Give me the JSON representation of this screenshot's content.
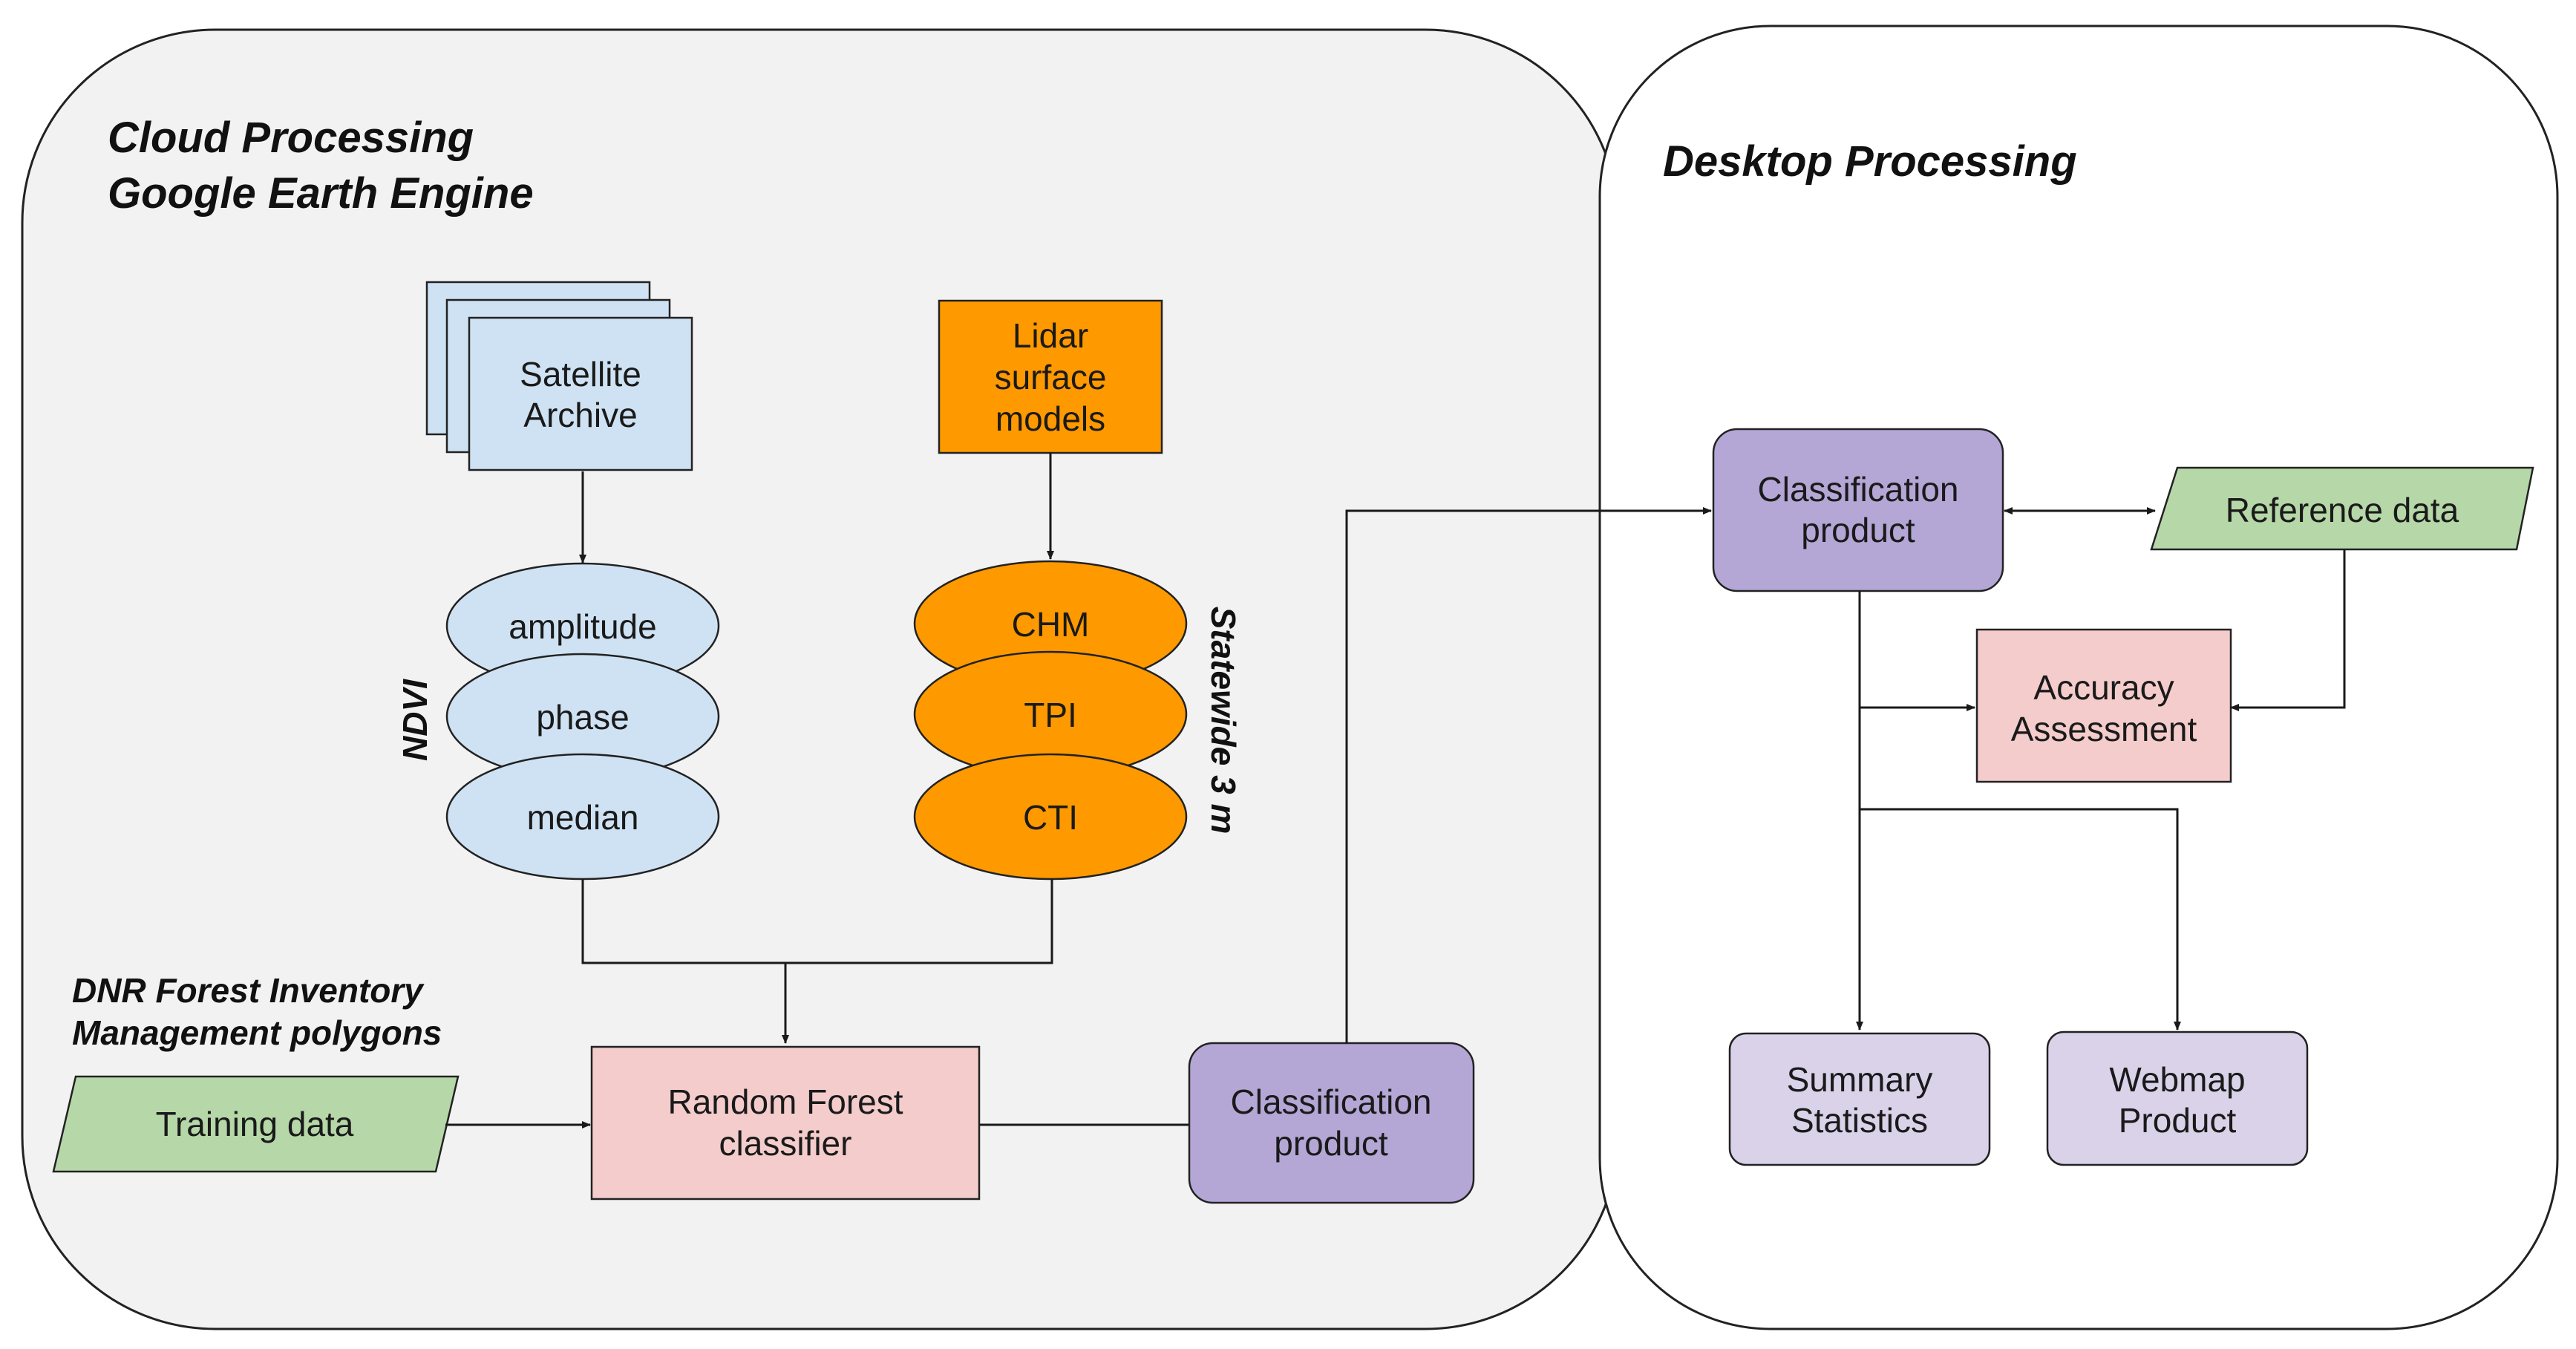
{
  "panels": {
    "cloud": {
      "title_line1": "Cloud Processing",
      "title_line2": "Google Earth Engine"
    },
    "desktop": {
      "title": "Desktop Processing"
    }
  },
  "cloud": {
    "satellite": {
      "line1": "Satellite",
      "line2": "Archive"
    },
    "lidar": {
      "line1": "Lidar",
      "line2": "surface",
      "line3": "models"
    },
    "ndvi": {
      "label": "NDVI",
      "items": [
        "amplitude",
        "phase",
        "median"
      ]
    },
    "lidar_layers": {
      "label": "Statewide 3 m",
      "items": [
        "CHM",
        "TPI",
        "CTI"
      ]
    },
    "inventory": {
      "line1": "DNR Forest Inventory",
      "line2": "Management polygons"
    },
    "training": "Training data",
    "classifier": {
      "line1": "Random Forest",
      "line2": "classifier"
    },
    "product": {
      "line1": "Classification",
      "line2": "product"
    }
  },
  "desktop": {
    "product": {
      "line1": "Classification",
      "line2": "product"
    },
    "reference": "Reference data",
    "accuracy": {
      "line1": "Accuracy",
      "line2": "Assessment"
    },
    "summary": {
      "line1": "Summary",
      "line2": "Statistics"
    },
    "webmap": {
      "line1": "Webmap",
      "line2": "Product"
    }
  },
  "colors": {
    "panel_fill": "#f2f2f2",
    "satellite_fill": "#cfe2f3",
    "lidar_fill": "#ff9900",
    "classifier_fill": "#f4cccc",
    "product_fill": "#b4a7d6",
    "output_fill": "#d9d2e9",
    "data_fill": "#b6d7a8"
  }
}
